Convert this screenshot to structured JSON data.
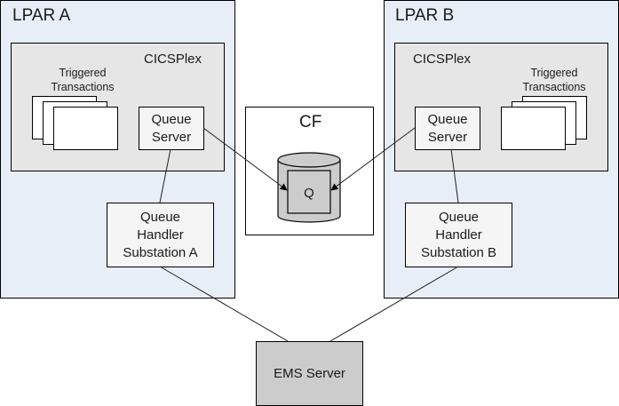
{
  "diagram": {
    "lpar_a": {
      "title": "LPAR A",
      "cicsplex_title": "CICSPlex",
      "triggered_label": "Triggered\nTransactions",
      "queue_server": "Queue\nServer",
      "queue_handler": "Queue\nHandler\nSubstation A"
    },
    "lpar_b": {
      "title": "LPAR B",
      "cicsplex_title": "CICSPlex",
      "triggered_label": "Triggered\nTransactions",
      "queue_server": "Queue\nServer",
      "queue_handler": "Queue\nHandler\nSubstation B"
    },
    "cf": {
      "title": "CF",
      "queue_label": "Q"
    },
    "ems": {
      "label": "EMS Server"
    },
    "connections": [
      {
        "from": "queue-server-a",
        "to": "queue-q",
        "arrow": true
      },
      {
        "from": "queue-server-b",
        "to": "queue-q",
        "arrow": true
      },
      {
        "from": "queue-server-a",
        "to": "queue-handler-a",
        "arrow": false
      },
      {
        "from": "queue-server-b",
        "to": "queue-handler-b",
        "arrow": false
      },
      {
        "from": "queue-handler-a",
        "to": "ems-server",
        "arrow": false
      },
      {
        "from": "queue-handler-b",
        "to": "ems-server",
        "arrow": false
      }
    ],
    "colors": {
      "lpar_fill": "#e8eef8",
      "cicsplex_fill": "#e6e6e6",
      "component_fill": "#f5f5f5",
      "cylinder_fill": "#cccccc",
      "ems_fill": "#cccccc",
      "line": "#000000"
    }
  }
}
